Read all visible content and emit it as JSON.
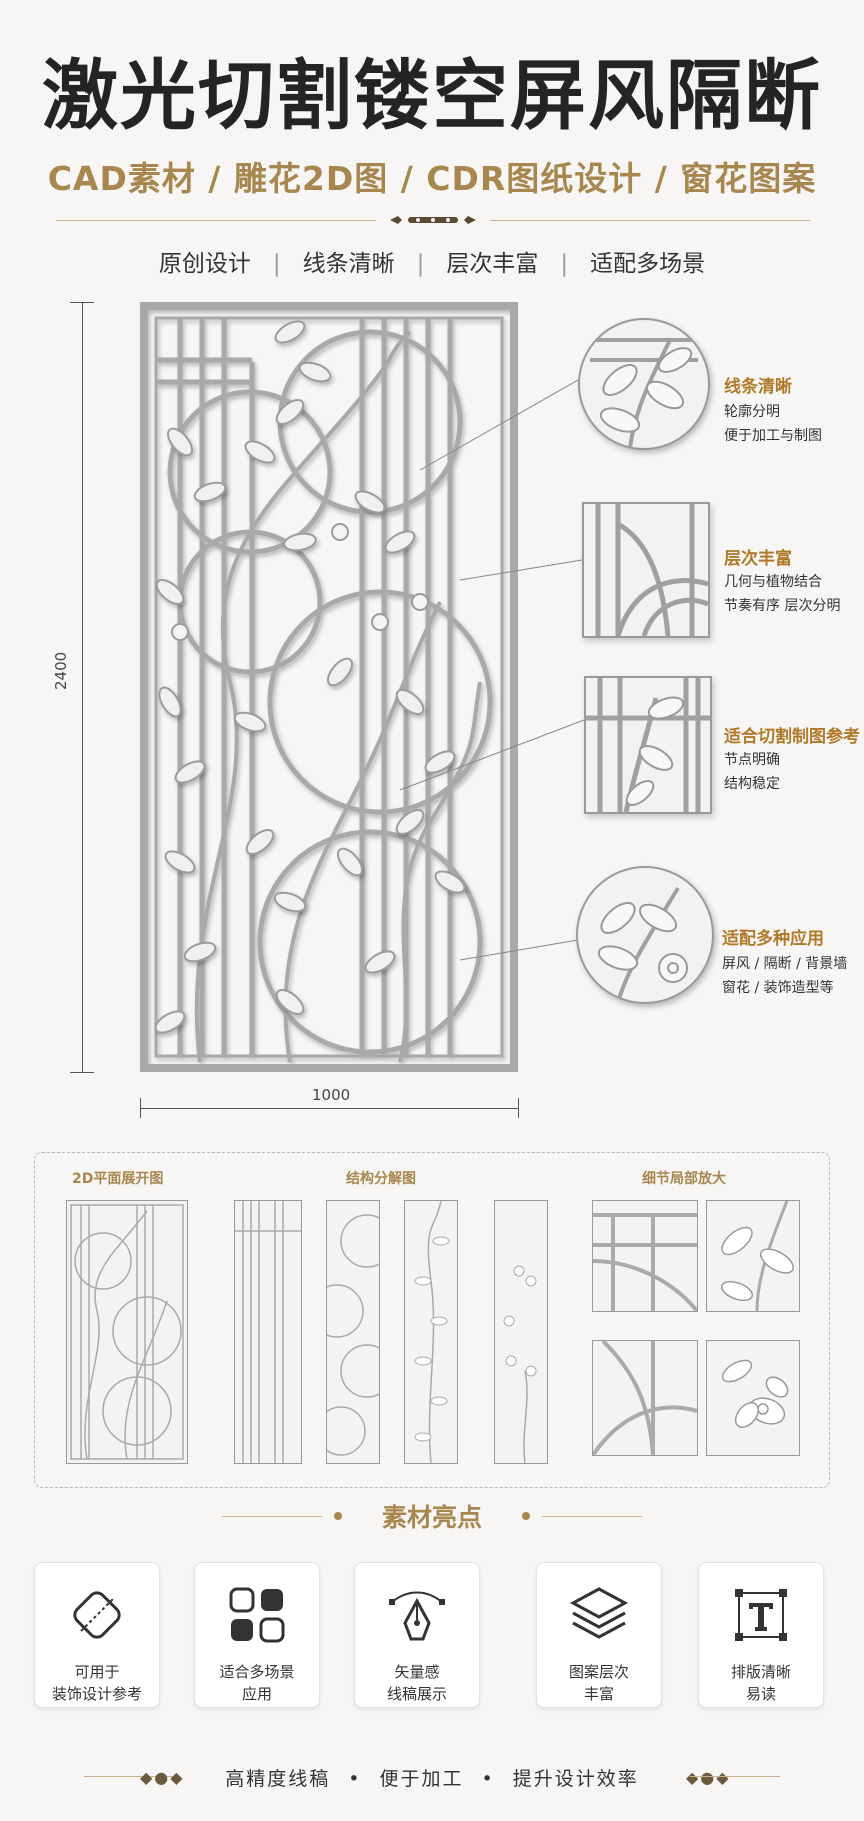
{
  "title": "激光切割镂空屏风隔断",
  "subtitle": "CAD素材 / 雕花2D图 / CDR图纸设计 / 窗花图案",
  "features": [
    "原创设计",
    "线条清晰",
    "层次丰富",
    "适配多场景"
  ],
  "dimensions": {
    "height": "2400",
    "width": "1000"
  },
  "callouts": [
    {
      "title": "线条清晰",
      "lines": [
        "轮廓分明",
        "便于加工与制图"
      ]
    },
    {
      "title": "层次丰富",
      "lines": [
        "几何与植物结合",
        "节奏有序  层次分明"
      ]
    },
    {
      "title": "适合切割制图参考",
      "lines": [
        "节点明确",
        "结构稳定"
      ]
    },
    {
      "title": "适配多种应用",
      "lines": [
        "屏风 / 隔断 / 背景墙",
        "窗花 / 装饰造型等"
      ]
    }
  ],
  "sections": {
    "plan": "2D平面展开图",
    "structure": "结构分解图",
    "detail": "细节局部放大"
  },
  "highlights": {
    "title": "素材亮点",
    "cards": [
      {
        "line1": "可用于",
        "line2": "装饰设计参考",
        "icon": "diamond-pattern-icon"
      },
      {
        "line1": "适合多场景",
        "line2": "应用",
        "icon": "grid-squares-icon"
      },
      {
        "line1": "矢量感",
        "line2": "线稿展示",
        "icon": "pen-tool-icon"
      },
      {
        "line1": "图案层次",
        "line2": "丰富",
        "icon": "layers-icon"
      },
      {
        "line1": "排版清晰",
        "line2": "易读",
        "icon": "text-box-icon"
      }
    ]
  },
  "bottom": [
    "高精度线稿",
    "便于加工",
    "提升设计效率"
  ],
  "colors": {
    "accent": "#a8874f",
    "text": "#242424",
    "background": "#f7f6f4"
  }
}
